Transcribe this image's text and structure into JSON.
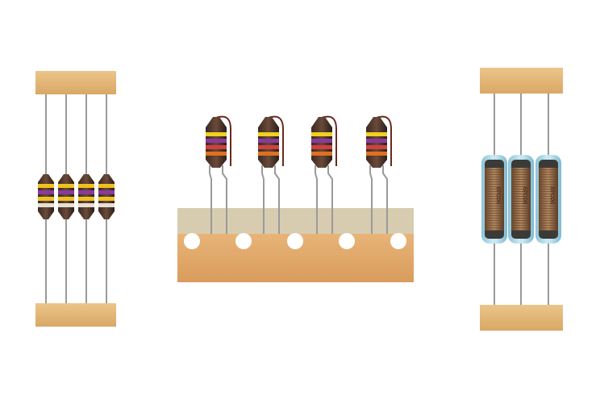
{
  "scene": {
    "groups": [
      {
        "name": "axial-taped-inductors",
        "count": 4
      },
      {
        "name": "radial-taped-inductors",
        "count": 4
      },
      {
        "name": "axial-choke-taped",
        "count": 3
      }
    ],
    "marking": "EPCOS",
    "colors": {
      "tape": "#e2b578",
      "tape_dark": "#c99a5c",
      "carrier": "#e0a86a",
      "carrier_top": "#d8ccb0",
      "wire": "#9a9a9a",
      "coil": "#8a6244",
      "glass": "#a8d8e8"
    }
  }
}
